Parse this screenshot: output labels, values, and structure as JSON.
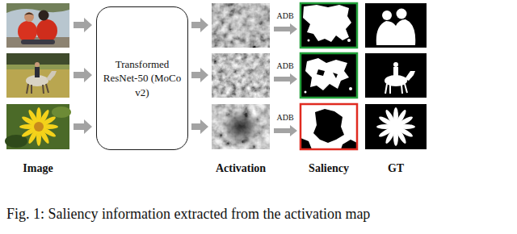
{
  "diagram": {
    "caption": "Fig. 1: Saliency information extracted from the activation map",
    "nodes": [
      {
        "text": [
          "Transformed ResNet-50 (MoCo v2)"
        ]
      }
    ],
    "labels": [
      "ADB",
      "ADB",
      "ADB",
      "Image",
      "Activation",
      "Saliency",
      "GT"
    ]
  }
}
